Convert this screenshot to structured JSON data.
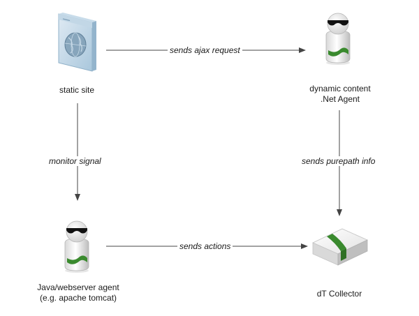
{
  "nodes": {
    "static_site": {
      "label": "static site",
      "icon": "browser-window-globe-icon"
    },
    "dynamic_content": {
      "label_line1": "dynamic content",
      "label_line2": ".Net Agent",
      "icon": "agent-with-sunglasses-icon"
    },
    "java_agent": {
      "label_line1": "Java/webserver agent",
      "label_line2": "(e.g. apache tomcat)",
      "icon": "agent-with-sunglasses-icon"
    },
    "collector": {
      "label": "dT Collector",
      "icon": "collector-appliance-icon"
    }
  },
  "edges": {
    "ajax": {
      "label": "sends ajax request"
    },
    "monitor": {
      "label": "monitor signal"
    },
    "purepath": {
      "label": "sends purepath info"
    },
    "actions": {
      "label": "sends actions"
    }
  },
  "colors": {
    "line": "#444444",
    "accent_green": "#3a8a2e",
    "browser_blue": "#a9c7dc"
  }
}
